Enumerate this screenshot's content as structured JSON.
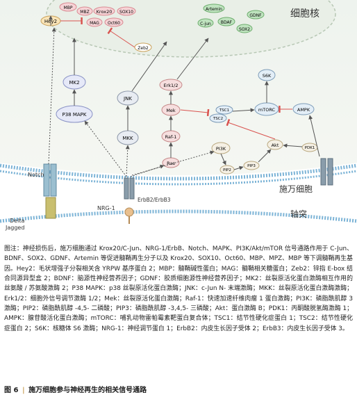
{
  "labels": {
    "nucleus": "细胞核",
    "schwann": "施万细胞",
    "axon": "轴突",
    "notch": "Notch",
    "delta_jagged": "Delta\nJagged",
    "nrg1": "NRG-1",
    "erbb": "ErbB2/ErbB3"
  },
  "genes": {
    "left": [
      "MBP",
      "MBZ",
      "Krox20",
      "SOX10",
      "MAG",
      "Oct60"
    ],
    "right": [
      "Artemin",
      "C-jun",
      "BDAF",
      "GDNF",
      "SOX2"
    ]
  },
  "nodes": {
    "hey2": "Hey2",
    "zeb2": "Zeb2",
    "mk2": "MK2",
    "p38": "P38 MAPK",
    "jnk": "JNK",
    "mkk": "MKK",
    "erk": "Erk1/2",
    "mek": "Mek",
    "raf": "Raf-1",
    "ras": "Ras",
    "pi3k": "PI3K",
    "pip2": "PIP2",
    "pip3": "PIP3",
    "akt": "Akt",
    "pdk1": "PDK1",
    "tsc1": "TSC1",
    "tsc2": "TSC2",
    "mtorc": "mTORC",
    "ampk": "AMPK",
    "s6k": "S6K"
  },
  "caption": "图注：神经损伤后，施万细胞通过 Krox20/C-Jun、NRG-1/ErbB、Notch、MAPK、PI3K/Akt/mTOR 信号通路作用于 C-Jun、BDNF、SOX2、GDNF、Artemin 等促进髓鞘再生分子以及 Krox20、SOX10、Oct60、MBP、MPZ、MBP 等下调髓鞘再生基因。Hey2：毛状增强子分裂相关含 YRPW 基序蛋白 2；MBP：髓鞘碱性蛋白；MAG：髓鞘相关糖蛋白；Zeb2：锌指 E-box 结合同源异型盒 2；BDNF：脑源性神经营养因子；GDNF：胶质细胞源性神经营养因子；MK2：丝裂原活化蛋白激酶相互作用的丝氨酸 / 苏氨酸激酶 2；P38 MAPK：p38 丝裂原活化蛋白激酶；JNK：c-Jun N- 末端激酶；MKK：丝裂原活化蛋白激酶激酶；Erk1/2：细胞外信号调节激酶 1/2；Mek：丝裂原活化蛋白激酶；Raf-1：快速加速纤维肉瘤 1 蛋白激酶；PI3K：磷脂酰肌醇 3 激酶；PIP2：磷脂酰肌醇 -4,5- 二磷酸；PIP3：磷脂酰肌醇 -3,4,5- 三磷酸；Akt：蛋白激酶 B；PDK1：丙酮酸脱氢酶激酶 1；AMPK：腺苷酸活化蛋白激酶；mTORC：哺乳动物雷帕霉素靶蛋白复合体；TSC1：结节性硬化症蛋白 1；TSC2：结节性硬化症蛋白 2；S6K：核糖体 S6 激酶；NRG-1：神经调节蛋白 1；ErbB2：内皮生长因子受体 2；ErbB3：内皮生长因子受体 3。",
  "figure_title": {
    "number": "图 6",
    "separator": "|",
    "text": "施万细胞参与神经再生的相关信号通路"
  }
}
